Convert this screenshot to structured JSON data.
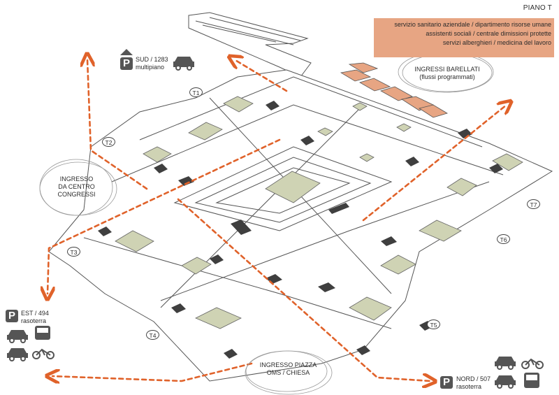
{
  "plan": {
    "title": "PIANO T",
    "functions": [
      "servizio sanitario aziendale / dipartimento risorse umane",
      "assistenti sociali / centrale dimissioni protette",
      "servizi alberghieri / medicina del lavoro"
    ]
  },
  "entrances": {
    "stretchers": [
      "INGRESSI BARELLATI",
      "(flussi programmati)"
    ],
    "congress": [
      "INGRESSO",
      "DA CENTRO",
      "CONGRESSI"
    ],
    "piazza": [
      "INGRESSO PIAZZA",
      "OMS / CHIESA"
    ]
  },
  "parking": {
    "sud": {
      "name": "SUD / 1283",
      "type": "multipiano"
    },
    "est": {
      "name": "EST / 494",
      "type": "rasoterra"
    },
    "nord": {
      "name": "NORD / 507",
      "type": "rasoterra"
    }
  },
  "towers": [
    "T1",
    "T2",
    "T3",
    "T4",
    "T5",
    "T6",
    "T7"
  ],
  "colors": {
    "highlight": "#e7a583",
    "arrow": "#e0622a",
    "courtyard": "#cfd3b4",
    "core": "#3f3f3f"
  },
  "icons": {
    "parking": "parking-icon",
    "car": "car-icon",
    "bus": "bus-icon",
    "bike": "bicycle-icon"
  }
}
